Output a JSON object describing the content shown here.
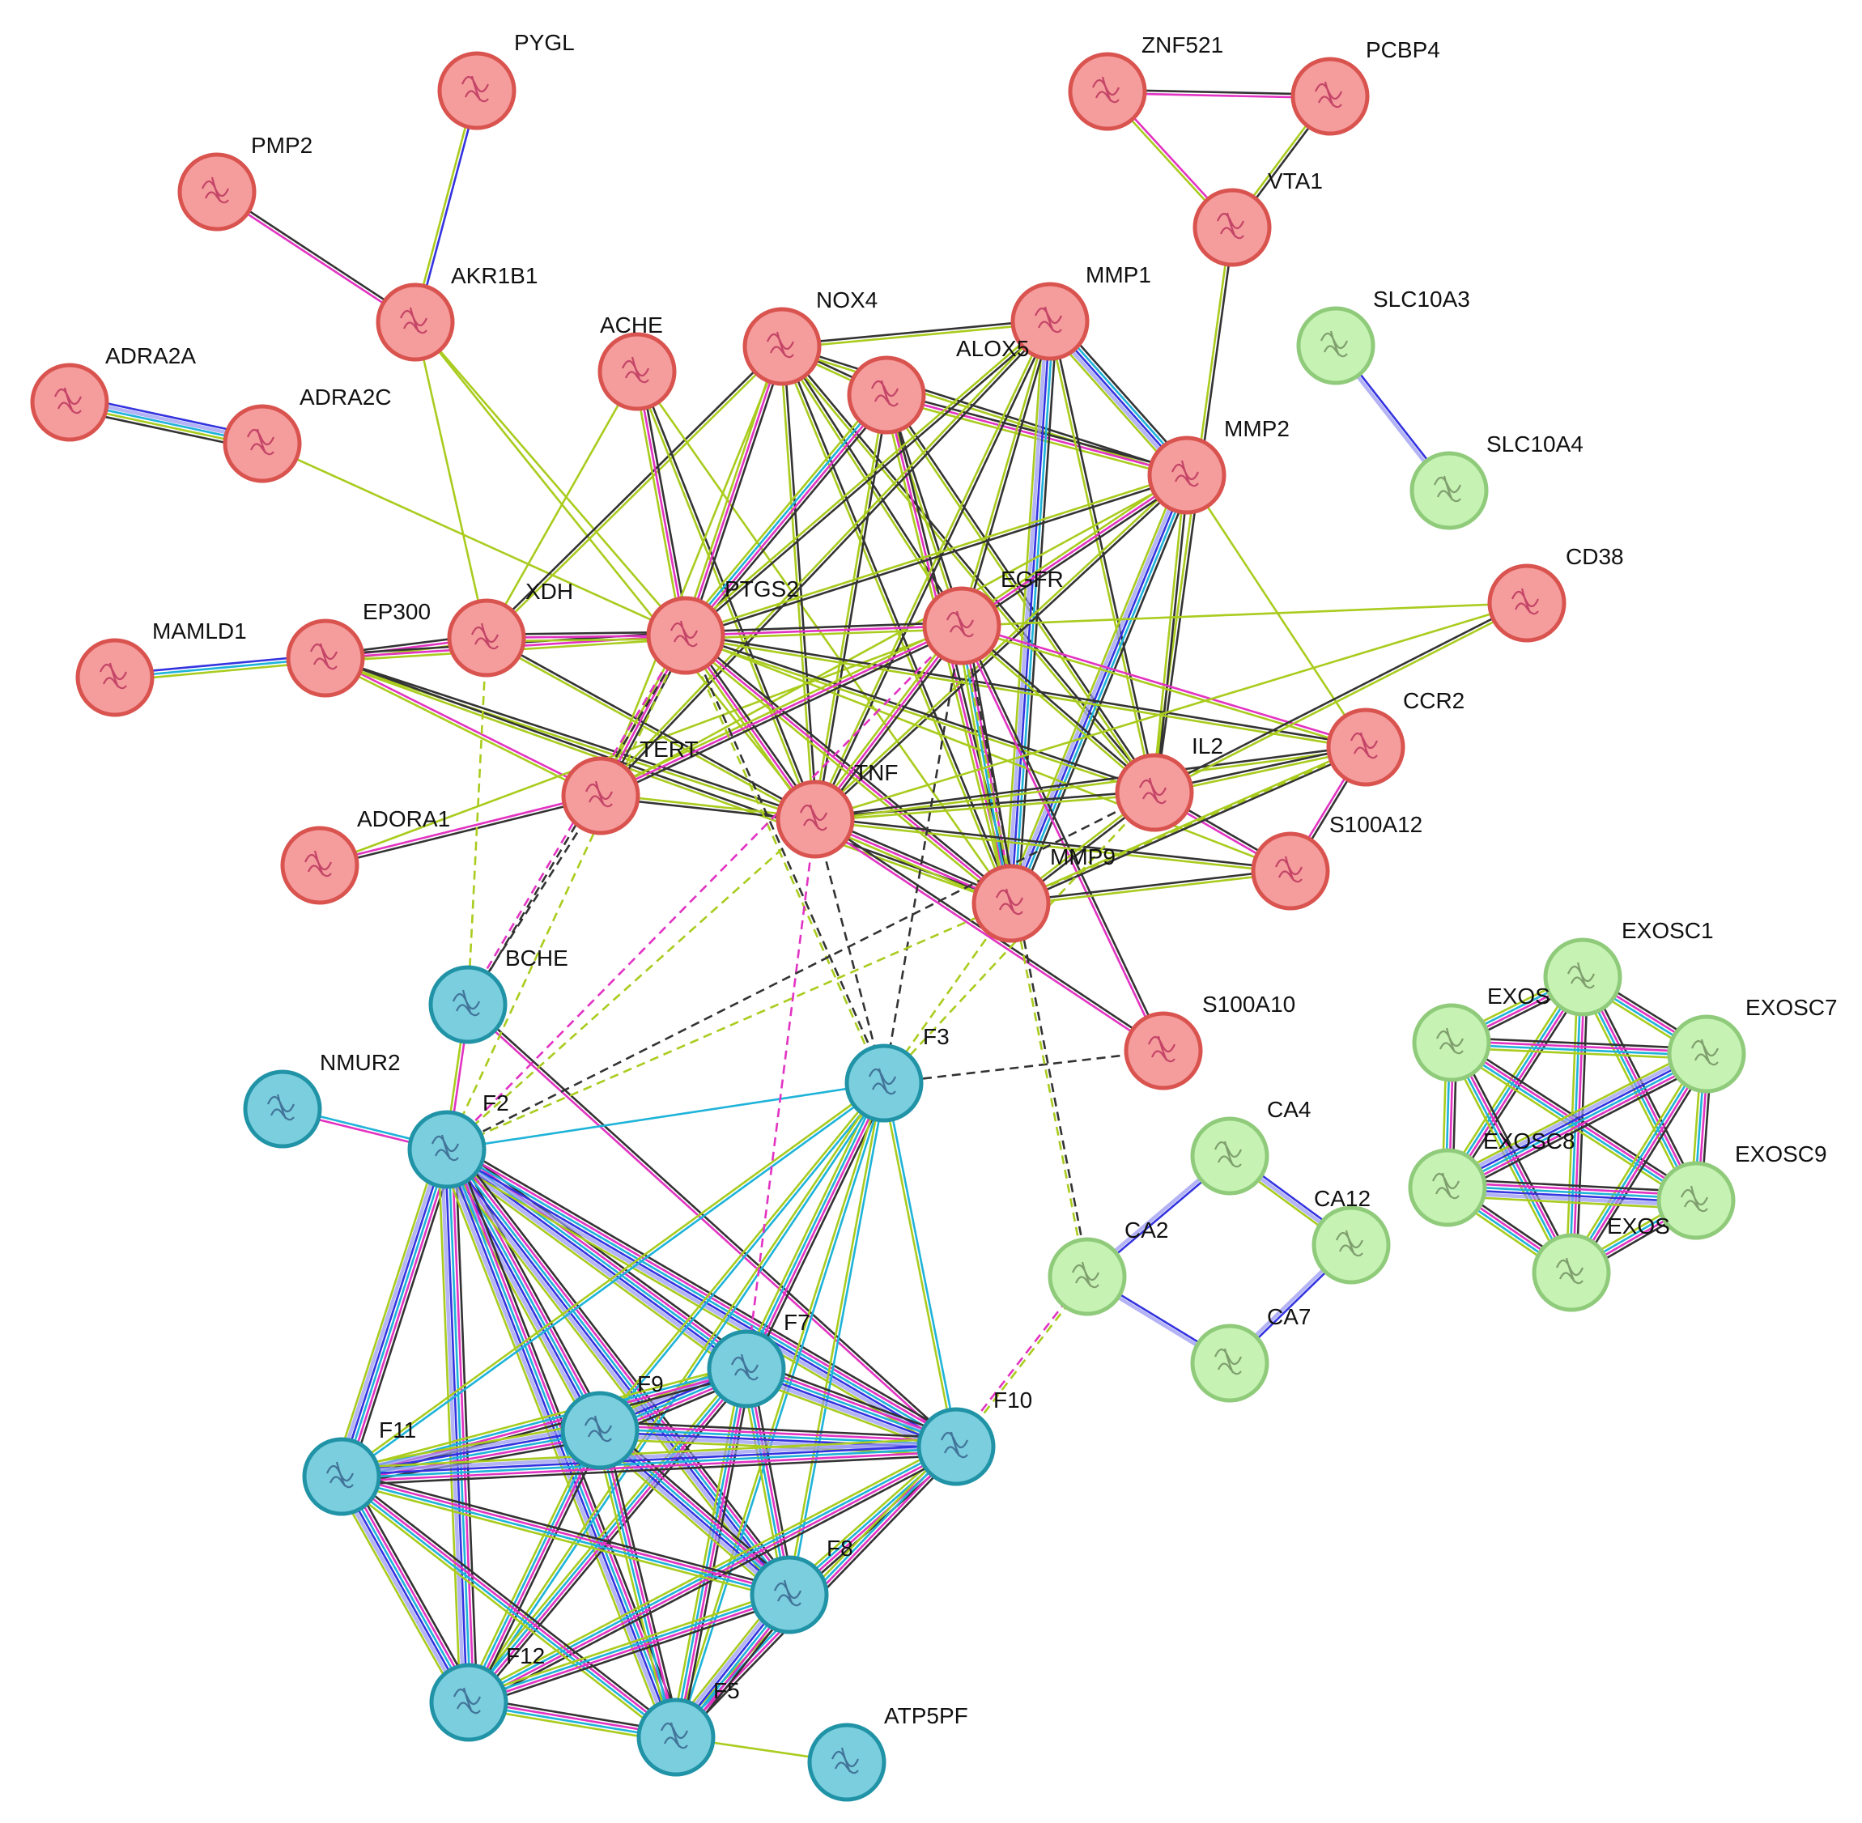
{
  "colors": {
    "red_fill": "#F59C9C",
    "red_stroke": "#D9534F",
    "cyan_fill": "#7ACEDD",
    "cyan_stroke": "#2193A7",
    "green_fill": "#C6F3B3",
    "green_stroke": "#8FCB7A",
    "edge_black": "#333333",
    "edge_pink": "#E233C2",
    "edge_lime": "#A9CC1E",
    "edge_cyan": "#1EB3D9",
    "edge_blue": "#3333E0",
    "edge_lavender": "#9999F2"
  },
  "nodes": [
    {
      "id": "PYGL",
      "label": "PYGL",
      "cluster": "red"
    },
    {
      "id": "PMP2",
      "label": "PMP2",
      "cluster": "red"
    },
    {
      "id": "AKR1B1",
      "label": "AKR1B1",
      "cluster": "red"
    },
    {
      "id": "ADRA2A",
      "label": "ADRA2A",
      "cluster": "red"
    },
    {
      "id": "ADRA2C",
      "label": "ADRA2C",
      "cluster": "red"
    },
    {
      "id": "ACHE",
      "label": "ACHE",
      "cluster": "red"
    },
    {
      "id": "NOX4",
      "label": "NOX4",
      "cluster": "red"
    },
    {
      "id": "MMP1",
      "label": "MMP1",
      "cluster": "red"
    },
    {
      "id": "ALOX5",
      "label": "ALOX5",
      "cluster": "red"
    },
    {
      "id": "ZNF521",
      "label": "ZNF521",
      "cluster": "red"
    },
    {
      "id": "PCBP4",
      "label": "PCBP4",
      "cluster": "red"
    },
    {
      "id": "VTA1",
      "label": "VTA1",
      "cluster": "red"
    },
    {
      "id": "MMP2",
      "label": "MMP2",
      "cluster": "red"
    },
    {
      "id": "CD38",
      "label": "CD38",
      "cluster": "red"
    },
    {
      "id": "MAMLD1",
      "label": "MAMLD1",
      "cluster": "red"
    },
    {
      "id": "EP300",
      "label": "EP300",
      "cluster": "red"
    },
    {
      "id": "XDH",
      "label": "XDH",
      "cluster": "red"
    },
    {
      "id": "PTGS2",
      "label": "PTGS2",
      "cluster": "red"
    },
    {
      "id": "EGFR",
      "label": "EGFR",
      "cluster": "red"
    },
    {
      "id": "CCR2",
      "label": "CCR2",
      "cluster": "red"
    },
    {
      "id": "TERT",
      "label": "TERT",
      "cluster": "red"
    },
    {
      "id": "IL2",
      "label": "IL2",
      "cluster": "red"
    },
    {
      "id": "TNF",
      "label": "TNF",
      "cluster": "red"
    },
    {
      "id": "ADORA1",
      "label": "ADORA1",
      "cluster": "red"
    },
    {
      "id": "S100A12",
      "label": "S100A12",
      "cluster": "red"
    },
    {
      "id": "MMP9",
      "label": "MMP9",
      "cluster": "red"
    },
    {
      "id": "S100A10",
      "label": "S100A10",
      "cluster": "red"
    },
    {
      "id": "BCHE",
      "label": "BCHE",
      "cluster": "cyan"
    },
    {
      "id": "NMUR2",
      "label": "NMUR2",
      "cluster": "cyan"
    },
    {
      "id": "F2",
      "label": "F2",
      "cluster": "cyan"
    },
    {
      "id": "F3",
      "label": "F3",
      "cluster": "cyan"
    },
    {
      "id": "F7",
      "label": "F7",
      "cluster": "cyan"
    },
    {
      "id": "F9",
      "label": "F9",
      "cluster": "cyan"
    },
    {
      "id": "F10",
      "label": "F10",
      "cluster": "cyan"
    },
    {
      "id": "F11",
      "label": "F11",
      "cluster": "cyan"
    },
    {
      "id": "F8",
      "label": "F8",
      "cluster": "cyan"
    },
    {
      "id": "F12",
      "label": "F12",
      "cluster": "cyan"
    },
    {
      "id": "F5",
      "label": "F5",
      "cluster": "cyan"
    },
    {
      "id": "ATP5PF",
      "label": "ATP5PF",
      "cluster": "cyan"
    },
    {
      "id": "SLC10A3",
      "label": "SLC10A3",
      "cluster": "green"
    },
    {
      "id": "SLC10A4",
      "label": "SLC10A4",
      "cluster": "green"
    },
    {
      "id": "CA4",
      "label": "CA4",
      "cluster": "green"
    },
    {
      "id": "CA2",
      "label": "CA2",
      "cluster": "green"
    },
    {
      "id": "CA12",
      "label": "CA12",
      "cluster": "green"
    },
    {
      "id": "CA7",
      "label": "CA7",
      "cluster": "green"
    },
    {
      "id": "EXOSC1",
      "label": "EXOSC1",
      "cluster": "green"
    },
    {
      "id": "EXOSC_A",
      "label": "EXOS",
      "cluster": "green"
    },
    {
      "id": "EXOSC7",
      "label": "EXOSC7",
      "cluster": "green"
    },
    {
      "id": "EXOSC8",
      "label": "EXOSC8",
      "cluster": "green"
    },
    {
      "id": "EXOSC9",
      "label": "EXOSC9",
      "cluster": "green"
    },
    {
      "id": "EXOSC_B",
      "label": "EXOS",
      "cluster": "green"
    }
  ],
  "edges": [
    [
      "PYGL",
      "AKR1B1",
      "bl"
    ],
    [
      "PMP2",
      "AKR1B1",
      "kp"
    ],
    [
      "ADRA2A",
      "ADRA2C",
      "bLclk"
    ],
    [
      "ADRA2C",
      "PTGS2",
      "l"
    ],
    [
      "AKR1B1",
      "XDH",
      "l"
    ],
    [
      "AKR1B1",
      "PTGS2",
      "l"
    ],
    [
      "AKR1B1",
      "TNF",
      "l"
    ],
    [
      "ZNF521",
      "PCBP4",
      "kp"
    ],
    [
      "ZNF521",
      "VTA1",
      "pl"
    ],
    [
      "PCBP4",
      "VTA1",
      "kl"
    ],
    [
      "VTA1",
      "IL2",
      "kl"
    ],
    [
      "SLC10A3",
      "SLC10A4",
      "bL"
    ],
    [
      "MAMLD1",
      "EP300",
      "bcl"
    ],
    [
      "EP300",
      "XDH",
      "kpl"
    ],
    [
      "EP300",
      "PTGS2",
      "kpl"
    ],
    [
      "EP300",
      "TERT",
      "pl"
    ],
    [
      "EP300",
      "TNF",
      "kl"
    ],
    [
      "EP300",
      "MMP9",
      "kl"
    ],
    [
      "ADORA1",
      "TERT",
      "pk"
    ],
    [
      "ADORA1",
      "EGFR",
      "l"
    ],
    [
      "XDH",
      "PTGS2",
      "kpl"
    ],
    [
      "XDH",
      "NOX4",
      "kl"
    ],
    [
      "XDH",
      "ACHE",
      "l"
    ],
    [
      "XDH",
      "TNF",
      "kl"
    ],
    [
      "ACHE",
      "PTGS2",
      "kpl"
    ],
    [
      "ACHE",
      "TNF",
      "kl"
    ],
    [
      "ACHE",
      "MMP9",
      "l"
    ],
    [
      "NOX4",
      "MMP1",
      "kl"
    ],
    [
      "NOX4",
      "ALOX5",
      "kl"
    ],
    [
      "NOX4",
      "PTGS2",
      "kpl"
    ],
    [
      "NOX4",
      "TNF",
      "kl"
    ],
    [
      "NOX4",
      "MMP2",
      "kl"
    ],
    [
      "NOX4",
      "MMP9",
      "kl"
    ],
    [
      "NOX4",
      "EGFR",
      "kl"
    ],
    [
      "NOX4",
      "IL2",
      "kl"
    ],
    [
      "NOX4",
      "TERT",
      "l"
    ],
    [
      "ALOX5",
      "PTGS2",
      "kpcl"
    ],
    [
      "ALOX5",
      "MMP2",
      "kpl"
    ],
    [
      "ALOX5",
      "TNF",
      "kl"
    ],
    [
      "ALOX5",
      "EGFR",
      "kl"
    ],
    [
      "ALOX5",
      "MMP9",
      "kpl"
    ],
    [
      "ALOX5",
      "IL2",
      "kl"
    ],
    [
      "MMP1",
      "MMP2",
      "kcbLl"
    ],
    [
      "MMP1",
      "MMP9",
      "kcbLl"
    ],
    [
      "MMP1",
      "TNF",
      "kl"
    ],
    [
      "MMP1",
      "EGFR",
      "kl"
    ],
    [
      "MMP1",
      "PTGS2",
      "kl"
    ],
    [
      "MMP1",
      "IL2",
      "kl"
    ],
    [
      "MMP1",
      "TERT",
      "kl"
    ],
    [
      "MMP2",
      "MMP9",
      "kcbLl"
    ],
    [
      "MMP2",
      "PTGS2",
      "kl"
    ],
    [
      "MMP2",
      "TNF",
      "kl"
    ],
    [
      "MMP2",
      "EGFR",
      "kpl"
    ],
    [
      "MMP2",
      "IL2",
      "kl"
    ],
    [
      "MMP2",
      "CCR2",
      "l"
    ],
    [
      "MMP2",
      "TERT",
      "l"
    ],
    [
      "PTGS2",
      "EGFR",
      "kpl"
    ],
    [
      "PTGS2",
      "TNF",
      "kpl"
    ],
    [
      "PTGS2",
      "TERT",
      "kpl"
    ],
    [
      "PTGS2",
      "MMP9",
      "kpl"
    ],
    [
      "PTGS2",
      "IL2",
      "kl"
    ],
    [
      "PTGS2",
      "CCR2",
      "kl"
    ],
    [
      "PTGS2",
      "S100A12",
      "l"
    ],
    [
      "EGFR",
      "TNF",
      "kpl"
    ],
    [
      "EGFR",
      "MMP9",
      "kpcl"
    ],
    [
      "EGFR",
      "TERT",
      "kpl"
    ],
    [
      "EGFR",
      "IL2",
      "kl"
    ],
    [
      "EGFR",
      "CCR2",
      "pl"
    ],
    [
      "EGFR",
      "S100A10",
      "kp"
    ],
    [
      "EGFR",
      "CD38",
      "l"
    ],
    [
      "TNF",
      "TERT",
      "kl"
    ],
    [
      "TNF",
      "IL2",
      "kl"
    ],
    [
      "TNF",
      "MMP9",
      "kpl"
    ],
    [
      "TNF",
      "CCR2",
      "kl"
    ],
    [
      "TNF",
      "S100A12",
      "kl"
    ],
    [
      "TNF",
      "S100A10",
      "kp"
    ],
    [
      "TNF",
      "CD38",
      "l"
    ],
    [
      "IL2",
      "MMP9",
      "kl"
    ],
    [
      "IL2",
      "CCR2",
      "kl"
    ],
    [
      "IL2",
      "S100A12",
      "kp"
    ],
    [
      "IL2",
      "CD38",
      "kl"
    ],
    [
      "CCR2",
      "MMP9",
      "kl"
    ],
    [
      "CCR2",
      "S100A12",
      "kp"
    ],
    [
      "MMP9",
      "S100A12",
      "kl"
    ],
    [
      "BCHE",
      "F2",
      "pl"
    ],
    [
      "BCHE",
      "F10",
      "kp"
    ],
    [
      "NMUR2",
      "F2",
      "cp"
    ],
    [
      "F2",
      "F3",
      "c"
    ],
    [
      "F2",
      "F7",
      "kpcbLl"
    ],
    [
      "F2",
      "F9",
      "kpcbLl"
    ],
    [
      "F2",
      "F10",
      "kpcbLl"
    ],
    [
      "F2",
      "F11",
      "kpcbLl"
    ],
    [
      "F2",
      "F8",
      "kpcbLl"
    ],
    [
      "F2",
      "F12",
      "kpcbLl"
    ],
    [
      "F2",
      "F5",
      "kpcbLl"
    ],
    [
      "F3",
      "F7",
      "kpcl"
    ],
    [
      "F3",
      "F9",
      "cl"
    ],
    [
      "F3",
      "F10",
      "cl"
    ],
    [
      "F3",
      "F11",
      "cl"
    ],
    [
      "F3",
      "F8",
      "cl"
    ],
    [
      "F3",
      "F12",
      "cl"
    ],
    [
      "F3",
      "F5",
      "cl"
    ],
    [
      "F7",
      "F9",
      "kpcbLl"
    ],
    [
      "F7",
      "F10",
      "kpcbLl"
    ],
    [
      "F7",
      "F11",
      "kpcl"
    ],
    [
      "F7",
      "F8",
      "kpcl"
    ],
    [
      "F7",
      "F12",
      "kpcl"
    ],
    [
      "F7",
      "F5",
      "kpcl"
    ],
    [
      "F9",
      "F10",
      "kpcbLl"
    ],
    [
      "F9",
      "F11",
      "kpcbLl"
    ],
    [
      "F9",
      "F8",
      "kpcbLl"
    ],
    [
      "F9",
      "F12",
      "kpcl"
    ],
    [
      "F9",
      "F5",
      "kpcl"
    ],
    [
      "F10",
      "F11",
      "kpcbLl"
    ],
    [
      "F10",
      "F8",
      "kpcl"
    ],
    [
      "F10",
      "F12",
      "kpcl"
    ],
    [
      "F10",
      "F5",
      "kpcl"
    ],
    [
      "F11",
      "F8",
      "kpcl"
    ],
    [
      "F11",
      "F12",
      "kpcbLl"
    ],
    [
      "F11",
      "F5",
      "kpcl"
    ],
    [
      "F8",
      "F12",
      "kpcl"
    ],
    [
      "F8",
      "F5",
      "kpcbLl"
    ],
    [
      "F12",
      "F5",
      "kpcl"
    ],
    [
      "F5",
      "ATP5PF",
      "l"
    ],
    [
      "CA4",
      "CA12",
      "bLl"
    ],
    [
      "CA4",
      "CA2",
      "bL"
    ],
    [
      "CA12",
      "CA7",
      "bL"
    ],
    [
      "CA2",
      "CA7",
      "bL"
    ],
    [
      "EXOSC1",
      "EXOSC_A",
      "kpcl"
    ],
    [
      "EXOSC1",
      "EXOSC7",
      "kpcl"
    ],
    [
      "EXOSC1",
      "EXOSC8",
      "kpcl"
    ],
    [
      "EXOSC1",
      "EXOSC9",
      "kpcl"
    ],
    [
      "EXOSC1",
      "EXOSC_B",
      "kpcl"
    ],
    [
      "EXOSC_A",
      "EXOSC7",
      "kpcl"
    ],
    [
      "EXOSC_A",
      "EXOSC8",
      "kpcl"
    ],
    [
      "EXOSC_A",
      "EXOSC9",
      "kpcl"
    ],
    [
      "EXOSC_A",
      "EXOSC_B",
      "kpcl"
    ],
    [
      "EXOSC7",
      "EXOSC8",
      "kpcbLl"
    ],
    [
      "EXOSC7",
      "EXOSC9",
      "kpcl"
    ],
    [
      "EXOSC7",
      "EXOSC_B",
      "kpcl"
    ],
    [
      "EXOSC8",
      "EXOSC9",
      "kpcbLl"
    ],
    [
      "EXOSC8",
      "EXOSC_B",
      "kpcl"
    ],
    [
      "EXOSC9",
      "EXOSC_B",
      "kpcl"
    ]
  ],
  "dashed_edges": [
    [
      "XDH",
      "BCHE",
      "l"
    ],
    [
      "PTGS2",
      "BCHE",
      "kp"
    ],
    [
      "TERT",
      "BCHE",
      "k"
    ],
    [
      "PTGS2",
      "F2",
      "l"
    ],
    [
      "TNF",
      "F2",
      "l"
    ],
    [
      "TNF",
      "F3",
      "k"
    ],
    [
      "PTGS2",
      "F3",
      "kl"
    ],
    [
      "EGFR",
      "F3",
      "k"
    ],
    [
      "IL2",
      "F3",
      "l"
    ],
    [
      "TNF",
      "F7",
      "p"
    ],
    [
      "EGFR",
      "F2",
      "p"
    ],
    [
      "CCR2",
      "F2",
      "l"
    ],
    [
      "S100A10",
      "F3",
      "k"
    ],
    [
      "MMP9",
      "F3",
      "l"
    ],
    [
      "IL2",
      "F2",
      "k"
    ],
    [
      "EGFR",
      "CA2",
      "kl"
    ],
    [
      "F10",
      "CA2",
      "pl"
    ]
  ]
}
